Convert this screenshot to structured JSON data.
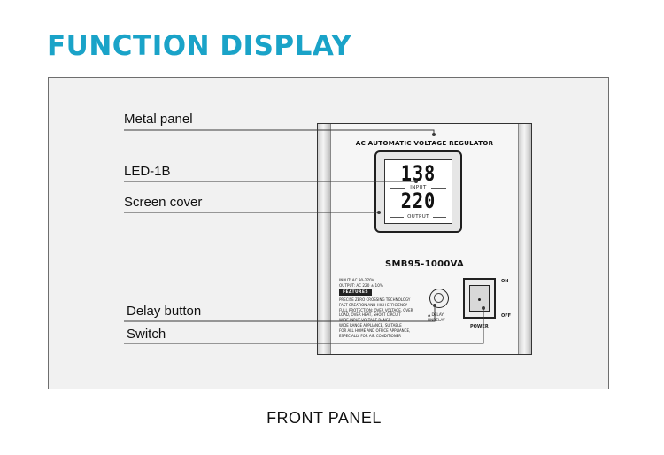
{
  "title": "FUNCTION DISPLAY",
  "device": {
    "name": "AC AUTOMATIC VOLTAGE REGULATOR",
    "model": "SMB95-1000VA",
    "display": {
      "input_reading": "138",
      "input_label": "INPUT",
      "output_reading": "220",
      "output_label": "OUTPUT"
    },
    "specs": {
      "input": "INPUT: AC 90-270V",
      "output": "OUTPUT: AC 220 ± 10%"
    },
    "features_label": "FEATURES",
    "features": [
      "PRECISE ZERO CROSSING TECHNOLOGY",
      "FAST CREATION AND HIGH EFFICIENCY",
      "FULL PROTECTION: OVER VOLTAGE, OVER",
      "LOAD, OVER HEAT, SHORT CIRCUIT",
      "WIDE INPUT VOLTAGE RANGE",
      "WIDE RANGE APPLIANCE, SUITABLE",
      "FOR ALL HOME AND OFFICE APPLIANCE,",
      "ESPECIALLY FOR AIR CONDITIONER"
    ],
    "delay_labels": [
      "▲ DELAY",
      "UNDELAY"
    ],
    "switch_labels": {
      "on": "ON",
      "off": "OFF",
      "power": "POWER"
    }
  },
  "callouts": {
    "metal_panel": "Metal panel",
    "led": "LED-1B",
    "screen_cover": "Screen cover",
    "delay_button": "Delay button",
    "switch": "Switch"
  },
  "caption": "FRONT PANEL",
  "colors": {
    "title": "#1aa3c8",
    "frame_bg": "#f1f1f1",
    "text": "#111111"
  }
}
